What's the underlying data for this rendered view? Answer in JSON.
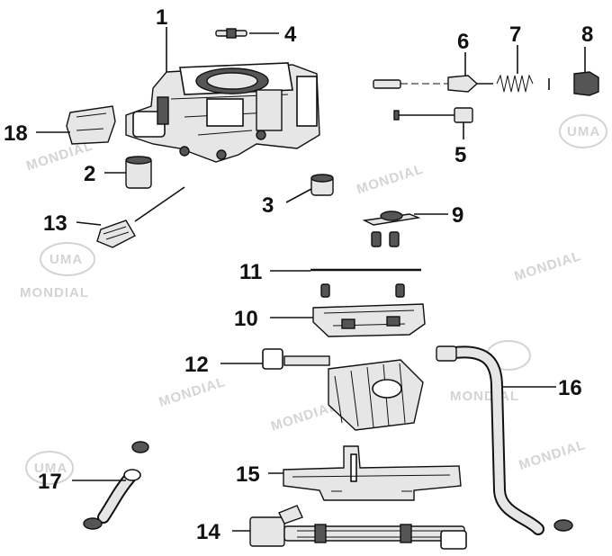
{
  "watermark_text": "MONDIAL",
  "watermark_logo_text": "UMA",
  "callouts": [
    {
      "id": "1",
      "label": "1"
    },
    {
      "id": "2",
      "label": "2"
    },
    {
      "id": "3",
      "label": "3"
    },
    {
      "id": "4",
      "label": "4"
    },
    {
      "id": "5",
      "label": "5"
    },
    {
      "id": "6",
      "label": "6"
    },
    {
      "id": "7",
      "label": "7"
    },
    {
      "id": "8",
      "label": "8"
    },
    {
      "id": "9",
      "label": "9"
    },
    {
      "id": "10",
      "label": "10"
    },
    {
      "id": "11",
      "label": "11"
    },
    {
      "id": "12",
      "label": "12"
    },
    {
      "id": "13",
      "label": "13"
    },
    {
      "id": "14",
      "label": "14"
    },
    {
      "id": "15",
      "label": "15"
    },
    {
      "id": "16",
      "label": "16"
    },
    {
      "id": "17",
      "label": "17"
    },
    {
      "id": "18",
      "label": "18"
    }
  ]
}
